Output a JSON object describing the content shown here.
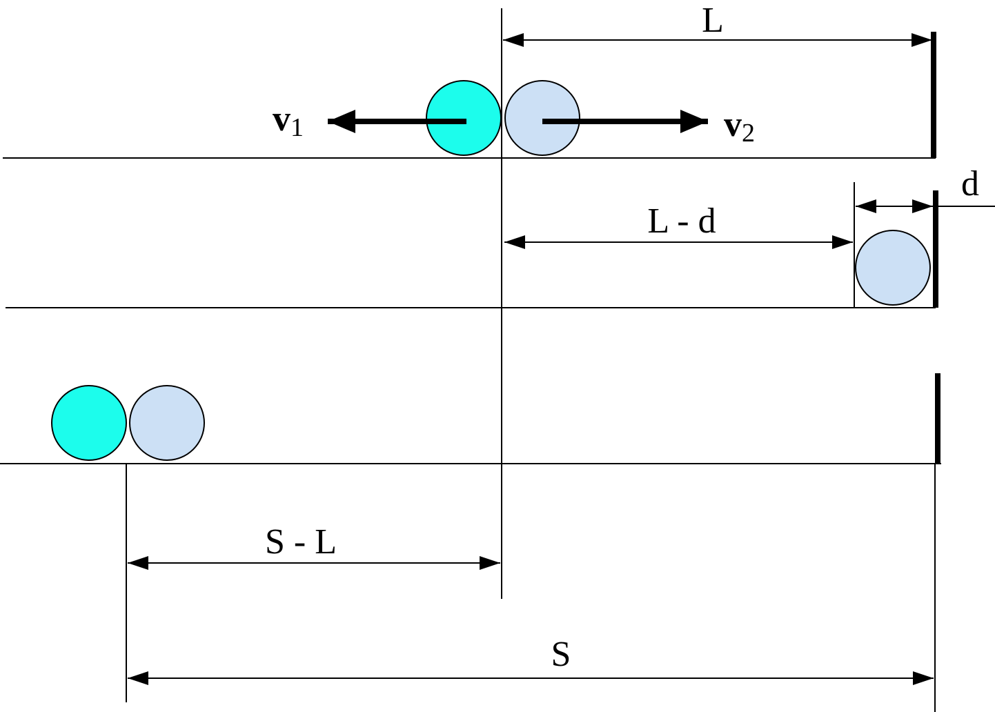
{
  "labels": {
    "L": "L",
    "L_minus_d": "L - d",
    "d": "d",
    "S_minus_L": "S - L",
    "S": "S",
    "v1": "v",
    "v1_sub": "1",
    "v2": "v",
    "v2_sub": "2"
  },
  "colors": {
    "ball1": "#1cfdec",
    "ball2": "#cce0f5",
    "stroke": "#000000"
  }
}
